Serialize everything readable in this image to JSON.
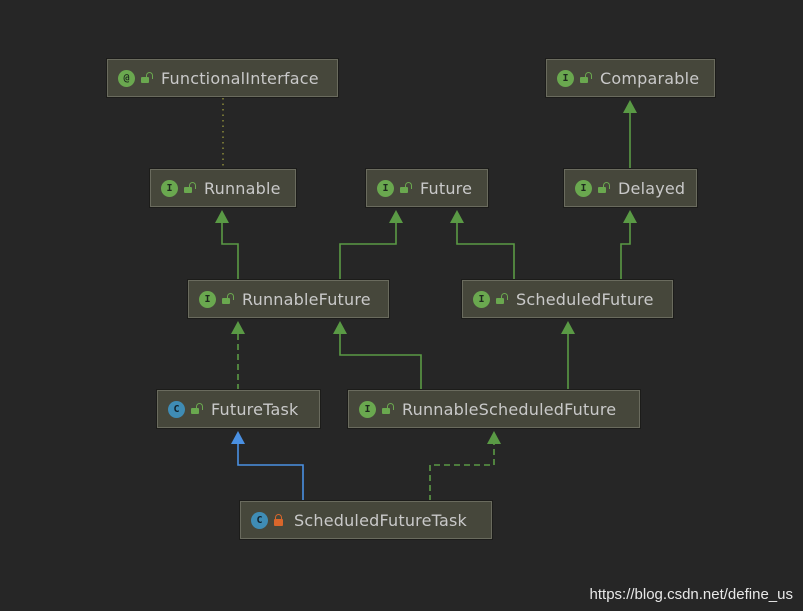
{
  "colors": {
    "background": "#262626",
    "node_fill": "#46473b",
    "edge_green": "#5a9a45",
    "edge_blue": "#4a90e2",
    "dotted_olive": "#8a8a3a"
  },
  "nodes": [
    {
      "id": "functional",
      "label": "FunctionalInterface",
      "kind": "annotation",
      "kind_symbol": "@",
      "visibility": "public"
    },
    {
      "id": "comparable",
      "label": "Comparable",
      "kind": "interface",
      "kind_symbol": "I",
      "visibility": "public"
    },
    {
      "id": "runnable",
      "label": "Runnable",
      "kind": "interface",
      "kind_symbol": "I",
      "visibility": "public"
    },
    {
      "id": "future",
      "label": "Future",
      "kind": "interface",
      "kind_symbol": "I",
      "visibility": "public"
    },
    {
      "id": "delayed",
      "label": "Delayed",
      "kind": "interface",
      "kind_symbol": "I",
      "visibility": "public"
    },
    {
      "id": "runnablefuture",
      "label": "RunnableFuture",
      "kind": "interface",
      "kind_symbol": "I",
      "visibility": "public"
    },
    {
      "id": "scheduledfuture",
      "label": "ScheduledFuture",
      "kind": "interface",
      "kind_symbol": "I",
      "visibility": "public"
    },
    {
      "id": "futuretask",
      "label": "FutureTask",
      "kind": "class",
      "kind_symbol": "C",
      "visibility": "public"
    },
    {
      "id": "runnablescheduledfuture",
      "label": "RunnableScheduledFuture",
      "kind": "interface",
      "kind_symbol": "I",
      "visibility": "public"
    },
    {
      "id": "scheduledfuturetask",
      "label": "ScheduledFutureTask",
      "kind": "class",
      "kind_symbol": "C",
      "visibility": "private"
    }
  ],
  "edges": [
    {
      "from": "runnable",
      "to": "functional",
      "type": "annotated"
    },
    {
      "from": "delayed",
      "to": "comparable",
      "type": "extends"
    },
    {
      "from": "runnablefuture",
      "to": "runnable",
      "type": "extends"
    },
    {
      "from": "runnablefuture",
      "to": "future",
      "type": "extends"
    },
    {
      "from": "scheduledfuture",
      "to": "future",
      "type": "extends"
    },
    {
      "from": "scheduledfuture",
      "to": "delayed",
      "type": "extends"
    },
    {
      "from": "futuretask",
      "to": "runnablefuture",
      "type": "implements"
    },
    {
      "from": "runnablescheduledfuture",
      "to": "runnablefuture",
      "type": "extends"
    },
    {
      "from": "runnablescheduledfuture",
      "to": "scheduledfuture",
      "type": "extends"
    },
    {
      "from": "scheduledfuturetask",
      "to": "futuretask",
      "type": "class-extends"
    },
    {
      "from": "scheduledfuturetask",
      "to": "runnablescheduledfuture",
      "type": "implements"
    }
  ],
  "watermark": "https://blog.csdn.net/define_us"
}
